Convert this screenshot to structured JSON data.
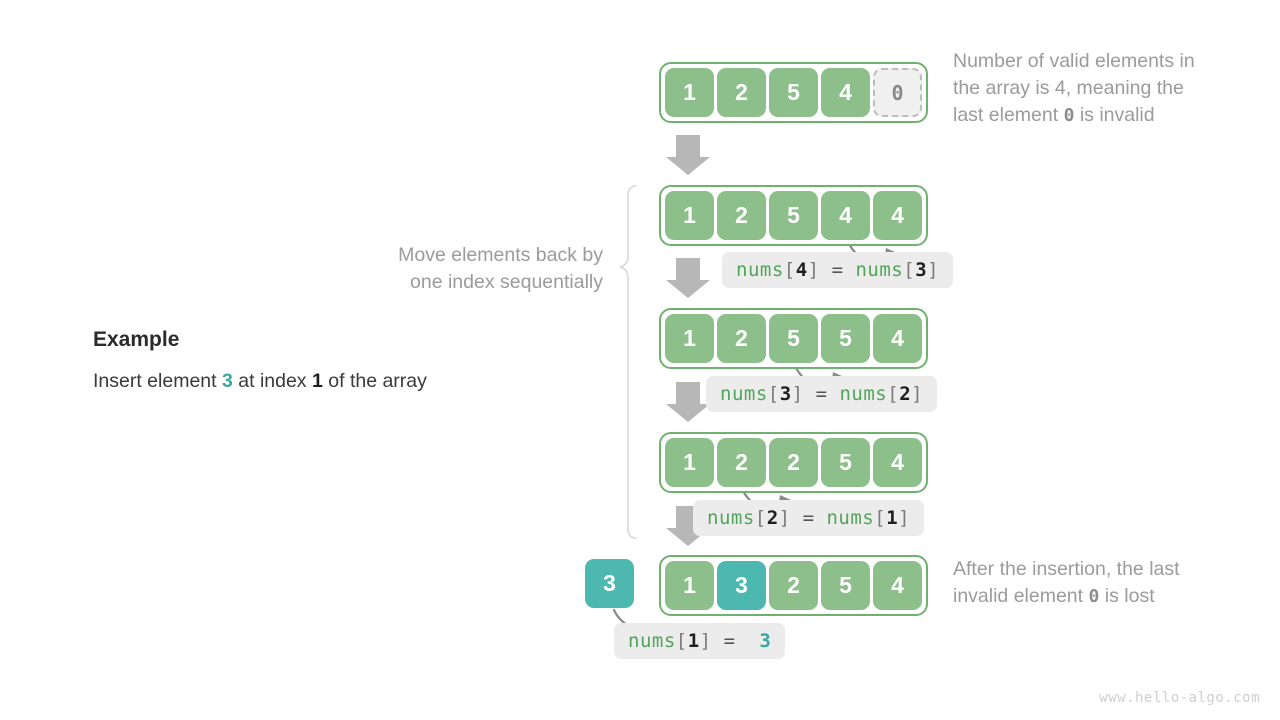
{
  "example": {
    "title": "Example",
    "line_prefix": "Insert element ",
    "insert_value": "3",
    "line_middle": " at index ",
    "insert_index": "1",
    "line_suffix": " of the array"
  },
  "brace_note": {
    "line1": "Move elements back by",
    "line2": "one index sequentially"
  },
  "notes": {
    "top": {
      "line1": "Number of valid elements in",
      "line2_a": "the array is 4, meaning the",
      "line3_a": "last element ",
      "line3_mono": "0",
      "line3_b": " is invalid"
    },
    "bottom": {
      "line1": "After the insertion, the last",
      "line2_a": "invalid element ",
      "line2_mono": "0",
      "line2_b": " is lost"
    }
  },
  "rows": [
    {
      "cells": [
        {
          "value": "1",
          "style": "green"
        },
        {
          "value": "2",
          "style": "green"
        },
        {
          "value": "5",
          "style": "green"
        },
        {
          "value": "4",
          "style": "green"
        },
        {
          "value": "0",
          "style": "invalid"
        }
      ]
    },
    {
      "cells": [
        {
          "value": "1",
          "style": "green"
        },
        {
          "value": "2",
          "style": "green"
        },
        {
          "value": "5",
          "style": "green"
        },
        {
          "value": "4",
          "style": "green"
        },
        {
          "value": "4",
          "style": "green"
        }
      ]
    },
    {
      "cells": [
        {
          "value": "1",
          "style": "green"
        },
        {
          "value": "2",
          "style": "green"
        },
        {
          "value": "5",
          "style": "green"
        },
        {
          "value": "5",
          "style": "green"
        },
        {
          "value": "4",
          "style": "green"
        }
      ]
    },
    {
      "cells": [
        {
          "value": "1",
          "style": "green"
        },
        {
          "value": "2",
          "style": "green"
        },
        {
          "value": "2",
          "style": "green"
        },
        {
          "value": "5",
          "style": "green"
        },
        {
          "value": "4",
          "style": "green"
        }
      ]
    },
    {
      "cells": [
        {
          "value": "1",
          "style": "green"
        },
        {
          "value": "3",
          "style": "teal"
        },
        {
          "value": "2",
          "style": "green"
        },
        {
          "value": "5",
          "style": "green"
        },
        {
          "value": "4",
          "style": "green"
        }
      ]
    }
  ],
  "solo_element": {
    "value": "3"
  },
  "code_labels": [
    {
      "fn": "nums",
      "ob": "[",
      "idx": "4",
      "cb": "]",
      "eq": "=",
      "rhs_fn": "nums",
      "rhs_ob": "[",
      "rhs_idx": "3",
      "rhs_cb": "]"
    },
    {
      "fn": "nums",
      "ob": "[",
      "idx": "3",
      "cb": "]",
      "eq": "=",
      "rhs_fn": "nums",
      "rhs_ob": "[",
      "rhs_idx": "2",
      "rhs_cb": "]"
    },
    {
      "fn": "nums",
      "ob": "[",
      "idx": "2",
      "cb": "]",
      "eq": "=",
      "rhs_fn": "nums",
      "rhs_ob": "[",
      "rhs_idx": "1",
      "rhs_cb": "]"
    },
    {
      "fn": "nums",
      "ob": "[",
      "idx": "1",
      "cb": "]",
      "eq": "=",
      "value": "3"
    }
  ],
  "watermark": "www.hello-algo.com",
  "colors": {
    "green_cell": "#8cbf8a",
    "green_border": "#6fb26f",
    "teal_cell": "#4cb8b0",
    "invalid_bg": "#f0f0f0",
    "invalid_border": "#bdbdbd",
    "note_text": "#9b9b9b",
    "chip_bg": "#ececec",
    "arrow_gray": "#b0b0b0",
    "curve_gray": "#7d7d7d"
  }
}
